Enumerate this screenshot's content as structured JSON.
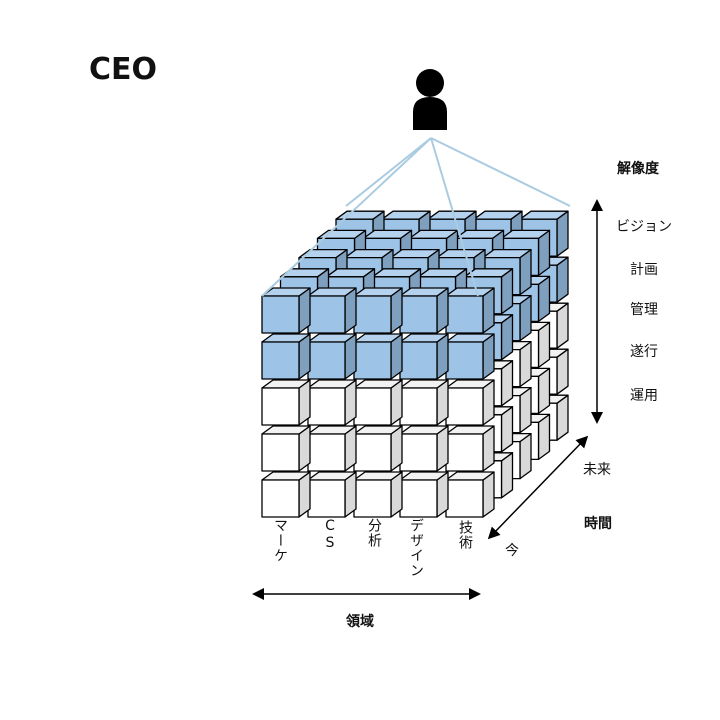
{
  "title": "CEO",
  "colors": {
    "front_blue": "#9dc3e6",
    "side_blue": "#7f9fbf",
    "top_blue": "#b4d1ee",
    "front_white": "#ffffff",
    "side_white": "#d9d9d9",
    "top_white": "#f2f2f2",
    "stroke": "#000000",
    "sight_line": "#aacbe0"
  },
  "icons": {
    "person": "person-icon"
  },
  "resolution_axis": {
    "title": "解像度",
    "levels": [
      "ビジョン",
      "計画",
      "管理",
      "遂行",
      "運用"
    ],
    "highlighted_levels": 2
  },
  "domain_axis": {
    "title": "領域",
    "items": [
      "マーケ",
      "CS",
      "分析",
      "デザイン",
      "技術"
    ]
  },
  "time_axis": {
    "title": "時間",
    "start": "今",
    "end": "未来"
  }
}
